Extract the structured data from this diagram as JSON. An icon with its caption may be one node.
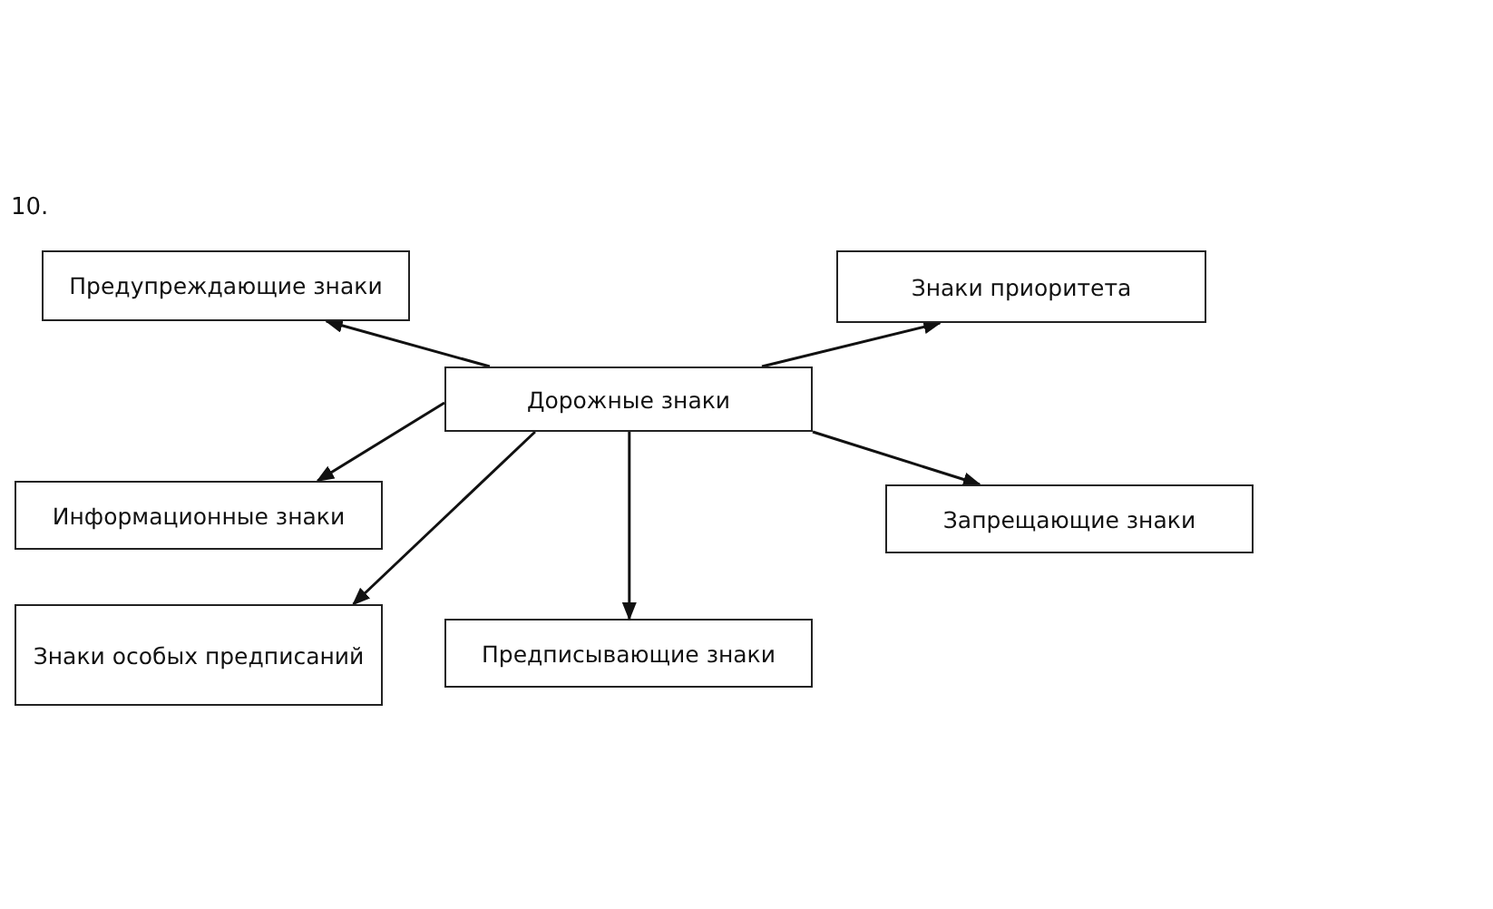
{
  "diagram": {
    "nodes": [
      {
        "text": [
          "Дорожные знаки"
        ]
      },
      {
        "text": [
          "Предупреждающие знаки"
        ]
      },
      {
        "text": [
          "Знаки приоритета"
        ]
      },
      {
        "text": [
          "Информационные знаки"
        ]
      },
      {
        "text": [
          "Запрещающие знаки"
        ]
      },
      {
        "text": [
          "Знаки особых предписаний"
        ]
      },
      {
        "text": [
          "Предписывающие знаки"
        ]
      }
    ],
    "edges": [
      {
        "from": 0,
        "to": 1,
        "arrow": "to"
      },
      {
        "from": 0,
        "to": 2,
        "arrow": "to"
      },
      {
        "from": 0,
        "to": 3,
        "arrow": "to"
      },
      {
        "from": 0,
        "to": 4,
        "arrow": "to"
      },
      {
        "from": 0,
        "to": 5,
        "arrow": "to"
      },
      {
        "from": 0,
        "to": 6,
        "arrow": "to"
      }
    ],
    "labels": [
      "10."
    ]
  }
}
